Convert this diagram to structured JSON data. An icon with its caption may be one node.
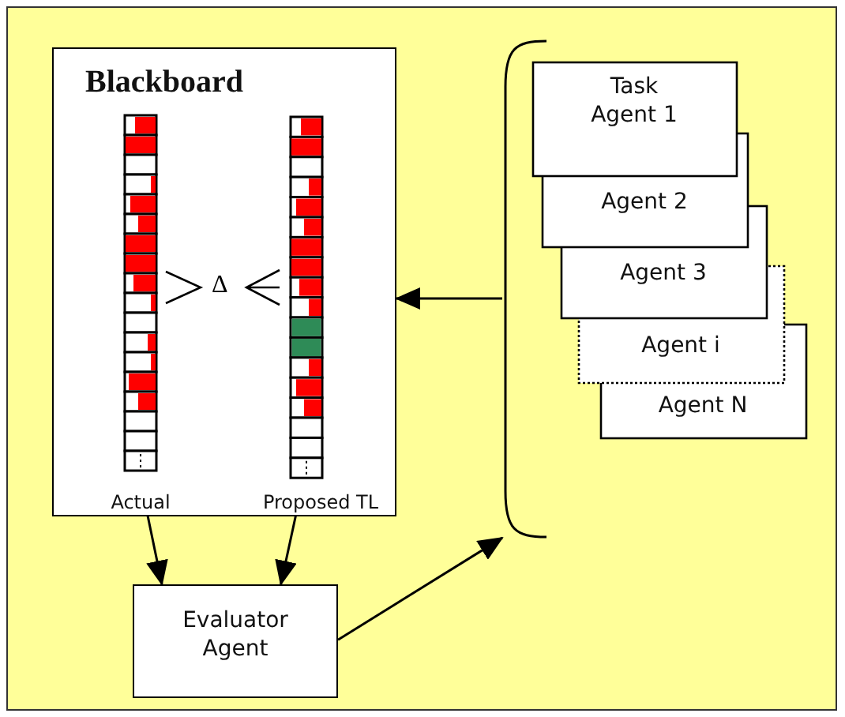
{
  "diagram": {
    "nodes": [
      {
        "text": [
          "Blackboard"
        ]
      },
      {
        "text": [
          "Actual"
        ],
        "in": 0
      },
      {
        "text": [
          "Proposed TL"
        ],
        "in": 0
      },
      {
        "text": [
          "Task Agent 1"
        ]
      },
      {
        "text": [
          "Agent 2"
        ]
      },
      {
        "text": [
          "Agent 3"
        ]
      },
      {
        "text": [
          "Agent i"
        ]
      },
      {
        "text": [
          "Agent N"
        ]
      },
      {
        "text": [],
        "shape": "bracket"
      },
      {
        "text": [
          "Evaluator Agent"
        ]
      }
    ],
    "edges": [
      {
        "from": 8,
        "to": 0,
        "arrow": "to"
      },
      {
        "from": 1,
        "to": 9,
        "arrow": "to"
      },
      {
        "from": 2,
        "to": 9,
        "arrow": "to"
      },
      {
        "from": 9,
        "to": 8,
        "arrow": "to"
      }
    ],
    "labels": [
      "Δ"
    ]
  }
}
